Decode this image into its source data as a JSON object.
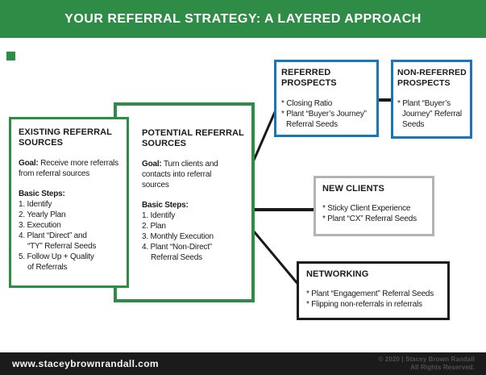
{
  "header": {
    "title": "YOUR REFERRAL STRATEGY: A LAYERED APPROACH"
  },
  "colors": {
    "green": "#2E8C47",
    "blue": "#1B75BC",
    "gray_border": "#B3B3B3",
    "dark": "#1C1C1C",
    "footer_bg": "#1B1B1B",
    "footer_muted": "#505050"
  },
  "boxes": {
    "existing": {
      "title_lines": [
        "EXISTING REFERRAL",
        "SOURCES"
      ],
      "goal_label": "Goal:",
      "goal_rest": " Receive more referrals",
      "goal_lines": [
        "from referral sources"
      ],
      "steps_label": "Basic Steps:",
      "steps": [
        {
          "lines": [
            "1. Identify"
          ]
        },
        {
          "lines": [
            "2. Yearly Plan"
          ]
        },
        {
          "lines": [
            "3. Execution"
          ]
        },
        {
          "lines": [
            "4. Plant “Direct” and",
            "“TY” Referral Seeds"
          ]
        },
        {
          "lines": [
            "5. Follow Up + Quality",
            "of Referrals"
          ]
        }
      ]
    },
    "potential": {
      "title_lines": [
        "POTENTIAL REFERRAL",
        "SOURCES"
      ],
      "goal_label": "Goal:",
      "goal_rest": " Turn clients and",
      "goal_lines": [
        "contacts into referral",
        "sources"
      ],
      "steps_label": "Basic Steps:",
      "steps": [
        {
          "lines": [
            "1. Identify"
          ]
        },
        {
          "lines": [
            "2. Plan"
          ]
        },
        {
          "lines": [
            "3. Monthly Execution"
          ]
        },
        {
          "lines": [
            "4. Plant “Non-Direct”",
            "Referral Seeds"
          ]
        }
      ]
    },
    "referred": {
      "title_lines": [
        "REFERRED",
        "PROSPECTS"
      ],
      "bullets": [
        {
          "lines": [
            "* Closing Ratio"
          ]
        },
        {
          "lines": [
            "* Plant “Buyer’s Journey”",
            "Referral Seeds"
          ]
        }
      ]
    },
    "non_referred": {
      "title_lines": [
        "NON-REFERRED",
        "PROSPECTS"
      ],
      "bullets": [
        {
          "lines": [
            "* Plant “Buyer’s",
            "Journey” Referral",
            "Seeds"
          ]
        }
      ]
    },
    "new_clients": {
      "title_lines": [
        "NEW CLIENTS"
      ],
      "bullets": [
        {
          "lines": [
            "* Sticky Client Experience"
          ]
        },
        {
          "lines": [
            "* Plant “CX” Referral Seeds"
          ]
        }
      ]
    },
    "networking": {
      "title_lines": [
        "NETWORKING"
      ],
      "bullets": [
        {
          "lines": [
            "* Plant “Engagement” Referral Seeds"
          ]
        },
        {
          "lines": [
            "* Flipping non-referrals in referrals"
          ]
        }
      ]
    }
  },
  "footer": {
    "website": "www.staceybrownrandall.com",
    "copyright": "© 2020 | Stacey Brown Randall",
    "rights": "All Rights Reserved."
  }
}
